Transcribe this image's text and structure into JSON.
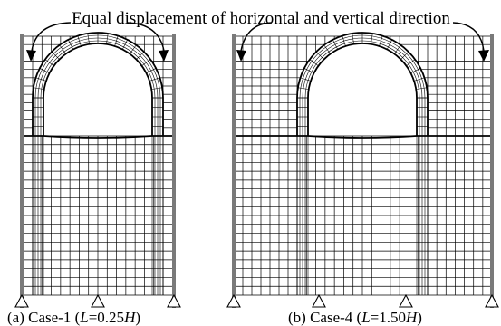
{
  "figure": {
    "annotation": "Equal displacement  of horizontal and vertical direction",
    "panels": [
      {
        "id": "case-1",
        "caption": {
          "prefix": "(a) Case-1 (",
          "var1": "L",
          "mid": "=0.25",
          "var2": "H",
          "suffix": ")"
        }
      },
      {
        "id": "case-4",
        "caption": {
          "prefix": "(b) Case-4 (",
          "var1": "L",
          "mid": "=1.50",
          "var2": "H",
          "suffix": ")"
        }
      }
    ]
  }
}
